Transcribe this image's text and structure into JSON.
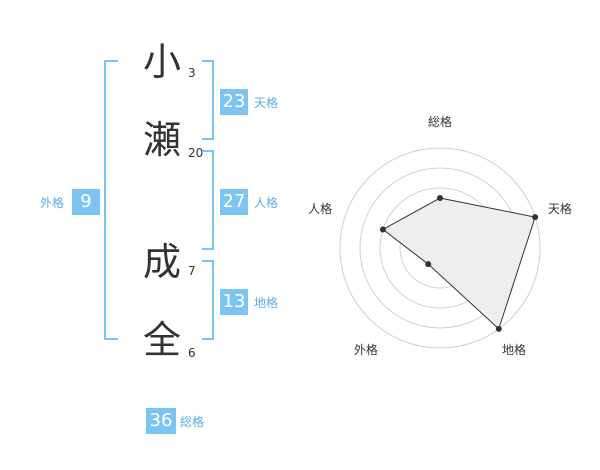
{
  "name": {
    "chars": [
      {
        "char": "小",
        "strokes": "3"
      },
      {
        "char": "瀬",
        "strokes": "20"
      },
      {
        "char": "成",
        "strokes": "7"
      },
      {
        "char": "全",
        "strokes": "6"
      }
    ]
  },
  "fortunes": {
    "tenkaku": {
      "value": "23",
      "label": "天格"
    },
    "jinkaku": {
      "value": "27",
      "label": "人格"
    },
    "chikaku": {
      "value": "13",
      "label": "地格"
    },
    "gaikaku": {
      "value": "9",
      "label": "外格"
    },
    "soukaku": {
      "value": "36",
      "label": "総格"
    }
  },
  "colors": {
    "accent": "#7cc5f3",
    "label": "#5aaee6",
    "text": "#333333",
    "grid": "#d0d0d0",
    "fill": "#eeeeee"
  },
  "chart_data": {
    "type": "radar",
    "axes": [
      "総格",
      "天格",
      "地格",
      "外格",
      "人格"
    ],
    "levels": 5,
    "range": [
      0,
      5
    ],
    "values": [
      2.5,
      5,
      5,
      1,
      3
    ]
  }
}
